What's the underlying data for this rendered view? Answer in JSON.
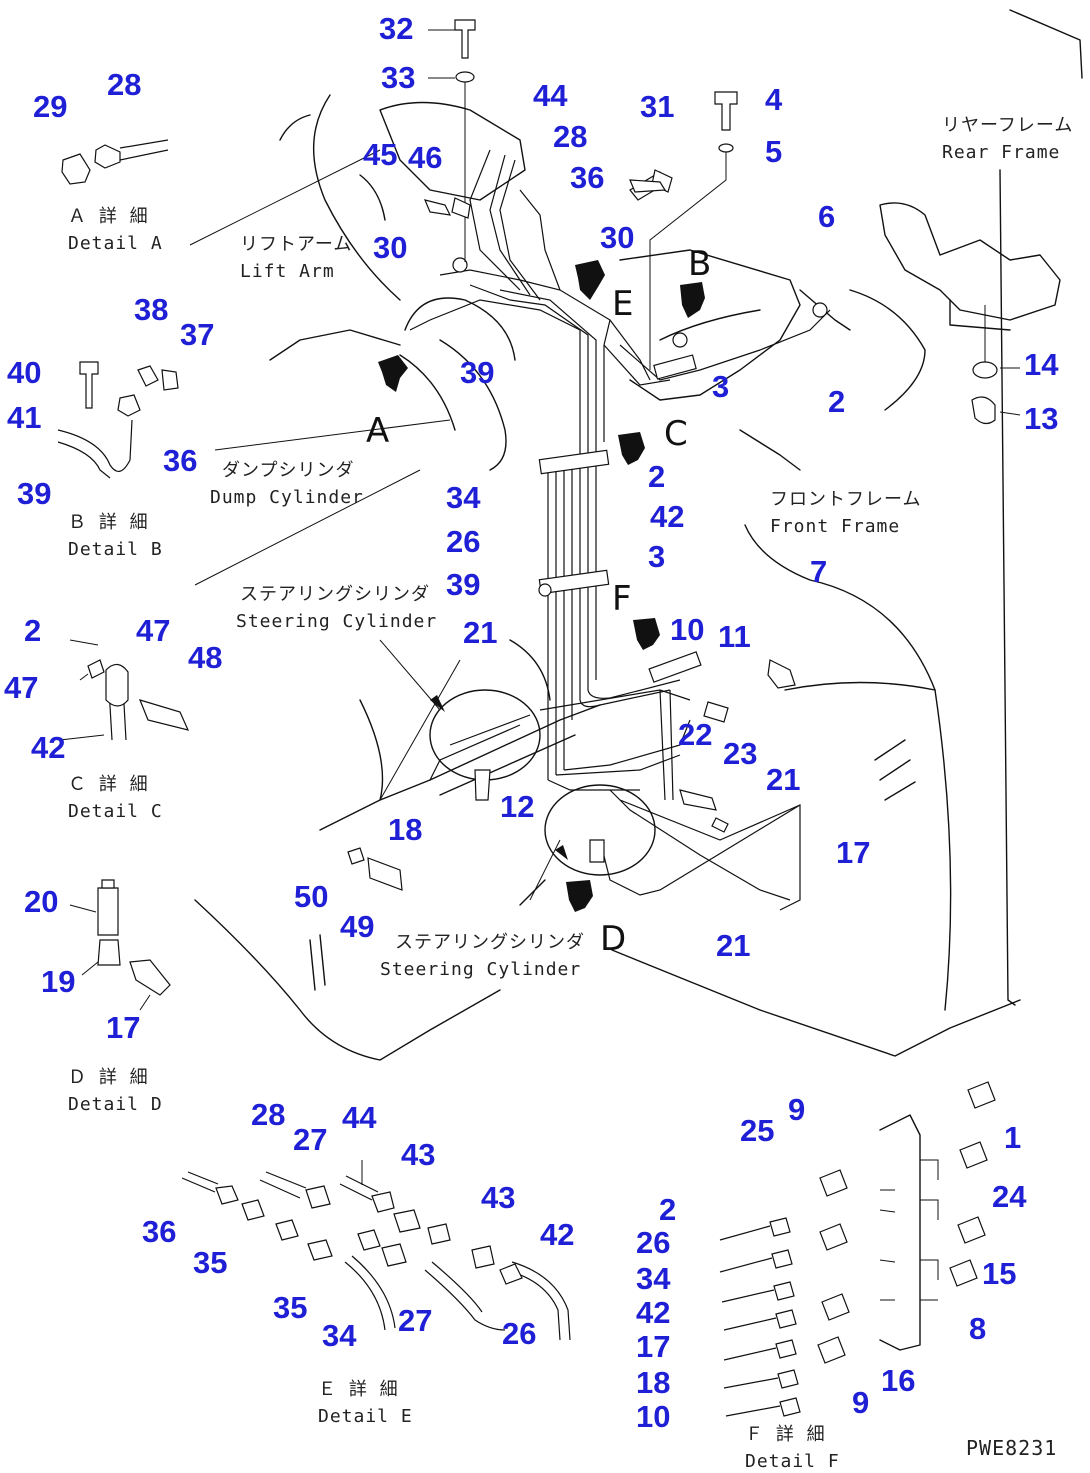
{
  "callouts": [
    "32",
    "33",
    "44",
    "31",
    "4",
    "5",
    "29",
    "28",
    "45",
    "46",
    "28",
    "36",
    "30",
    "30",
    "6",
    "38",
    "37",
    "40",
    "39",
    "3",
    "2",
    "14",
    "13",
    "41",
    "36",
    "39",
    "34",
    "2",
    "42",
    "26",
    "3",
    "39",
    "7",
    "2",
    "47",
    "21",
    "10",
    "11",
    "47",
    "48",
    "42",
    "22",
    "23",
    "21",
    "18",
    "12",
    "17",
    "50",
    "49",
    "21",
    "20",
    "19",
    "17",
    "28",
    "27",
    "44",
    "43",
    "43",
    "42",
    "36",
    "35",
    "35",
    "34",
    "27",
    "26",
    "9",
    "25",
    "1",
    "24",
    "2",
    "26",
    "34",
    "15",
    "42",
    "8",
    "17",
    "18",
    "16",
    "10",
    "9"
  ],
  "labels": {
    "detail_a_jp": "Ａ 詳 細",
    "detail_a": "Detail A",
    "detail_b_jp": "Ｂ 詳 細",
    "detail_b": "Detail B",
    "detail_c_jp": "Ｃ 詳 細",
    "detail_c": "Detail C",
    "detail_d_jp": "Ｄ 詳 細",
    "detail_d": "Detail D",
    "detail_e_jp": "Ｅ 詳 細",
    "detail_e": "Detail E",
    "detail_f_jp": "Ｆ 詳 細",
    "detail_f": "Detail F",
    "lift_arm_jp": "リフトアーム",
    "lift_arm": "Lift Arm",
    "dump_cyl_jp": "ダンプシリンダ",
    "dump_cyl": "Dump Cylinder",
    "steer_cyl_jp": "ステアリングシリンダ",
    "steer_cyl": "Steering Cylinder",
    "steer_cyl2_jp": "ステアリングシリンダ",
    "steer_cyl2": "Steering Cylinder",
    "front_frame_jp": "フロントフレーム",
    "front_frame": "Front Frame",
    "rear_frame_jp": "リヤーフレーム",
    "rear_frame": "Rear Frame"
  },
  "letters": [
    "A",
    "B",
    "C",
    "D",
    "E",
    "F"
  ],
  "code": "PWE8231",
  "colors": {
    "callout": "#1f1fd6",
    "line": "#111111"
  }
}
